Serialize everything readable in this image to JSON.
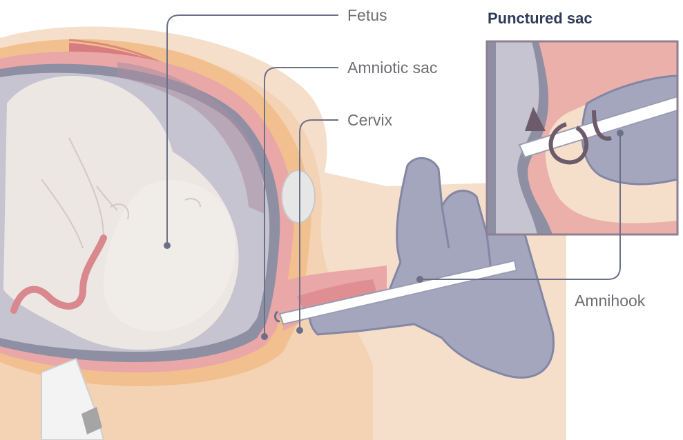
{
  "labels": {
    "fetus": "Fetus",
    "amniotic_sac": "Amniotic sac",
    "cervix": "Cervix",
    "amnihook": "Amnihook"
  },
  "inset": {
    "title": "Punctured sac"
  },
  "colors": {
    "skin": "#f5dfca",
    "uterus_wall": "#f0b98d",
    "uterus_lining": "#e9a7a8",
    "amniotic_fluid": "#8e8fa3",
    "fetus": "#ece7e3",
    "muscle": "#d77c80",
    "glove": "#a3a6bd",
    "instrument": "#ffffff",
    "leader_line": "#6b6f87",
    "title": "#2e3a59"
  }
}
